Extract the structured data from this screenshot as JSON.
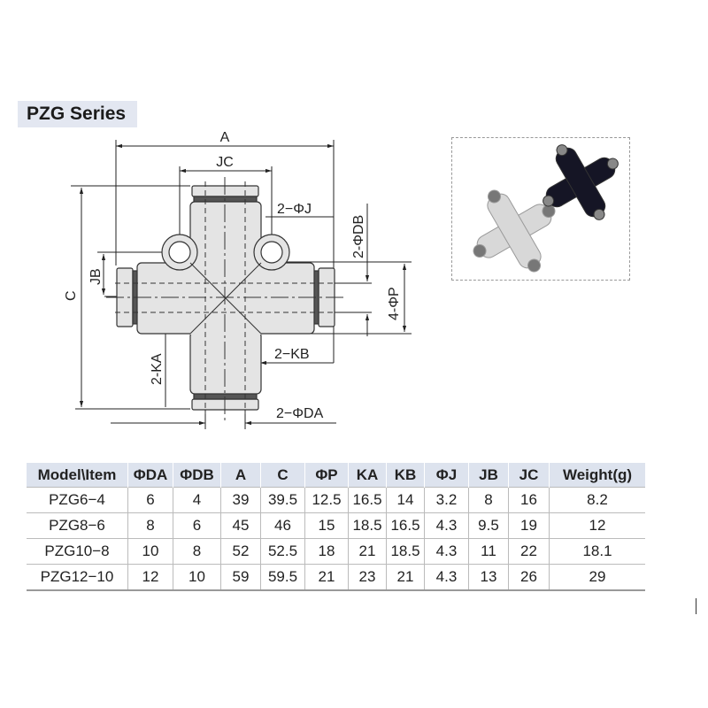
{
  "title": "PZG Series",
  "drawing": {
    "labels": {
      "A": "A",
      "JC": "JC",
      "J": "2−ΦJ",
      "DB": "2-ΦDB",
      "C": "C",
      "JB": "JB",
      "P": "4-ΦP",
      "KA": "2-KA",
      "KB": "2−KB",
      "DA": "2−ΦDA"
    }
  },
  "photo": {
    "description_icon": "product-photo"
  },
  "table": {
    "headers": [
      "Model\\Item",
      "ΦDA",
      "ΦDB",
      "A",
      "C",
      "ΦP",
      "KA",
      "KB",
      "ΦJ",
      "JB",
      "JC",
      "Weight(g)"
    ],
    "rows": [
      [
        "PZG6−4",
        "6",
        "4",
        "39",
        "39.5",
        "12.5",
        "16.5",
        "14",
        "3.2",
        "8",
        "16",
        "8.2"
      ],
      [
        "PZG8−6",
        "8",
        "6",
        "45",
        "46",
        "15",
        "18.5",
        "16.5",
        "4.3",
        "9.5",
        "19",
        "12"
      ],
      [
        "PZG10−8",
        "10",
        "8",
        "52",
        "52.5",
        "18",
        "21",
        "18.5",
        "4.3",
        "11",
        "22",
        "18.1"
      ],
      [
        "PZG12−10",
        "12",
        "10",
        "59",
        "59.5",
        "21",
        "23",
        "21",
        "4.3",
        "13",
        "26",
        "29"
      ]
    ]
  }
}
